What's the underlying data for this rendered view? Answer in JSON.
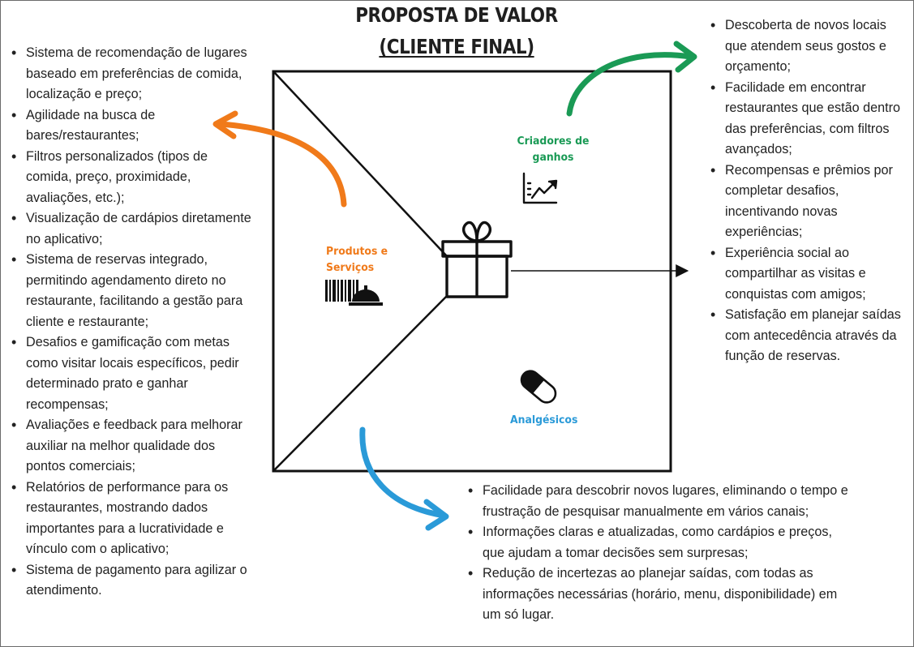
{
  "title": {
    "line1": "PROPOSTA DE VALOR",
    "line2": "(CLIENTE FINAL)"
  },
  "sections": {
    "products": {
      "label": "Produtos e Serviços",
      "color": "#f07a1a",
      "icon": "barcode-and-cloche-icon"
    },
    "gains": {
      "label": "Criadores de ganhos",
      "color": "#1a9a55",
      "icon": "rising-chart-icon"
    },
    "pains": {
      "label": "Analgésicos",
      "color": "#2a9ad8",
      "icon": "pill-icon"
    },
    "center": {
      "icon": "gift-box-icon"
    }
  },
  "left_list": [
    "Sistema de recomendação de lugares baseado em preferências de comida, localização e preço;",
    "Agilidade na busca de bares/restaurantes;",
    "Filtros personalizados (tipos de comida, preço, proximidade, avaliações, etc.);",
    "Visualização de cardápios diretamente no aplicativo;",
    " Sistema de reservas integrado, permitindo agendamento direto no restaurante, facilitando a gestão para cliente e restaurante;",
    "Desafios e gamificação com metas como visitar locais específicos, pedir determinado prato e ganhar recompensas;",
    "Avaliações e feedback para melhorar auxiliar na melhor qualidade dos pontos comerciais;",
    "Relatórios de performance para os restaurantes, mostrando dados importantes para a lucratividade e vínculo com o aplicativo;",
    "Sistema de pagamento para agilizar o atendimento."
  ],
  "right_list": [
    "Descoberta de novos locais que atendem seus gostos e orçamento;",
    "Facilidade em encontrar restaurantes que estão dentro das preferências, com filtros avançados;",
    " Recompensas e prêmios por completar desafios, incentivando novas experiências;",
    "Experiência social ao compartilhar as visitas e conquistas com amigos;",
    " Satisfação em planejar saídas com antecedência através da função de reservas."
  ],
  "bottom_list": [
    "Facilidade para descobrir novos lugares, eliminando o tempo e frustração de pesquisar manualmente em vários canais;",
    " Informações claras e atualizadas, como cardápios e preços, que ajudam a tomar decisões sem surpresas;",
    " Redução de incertezas ao planejar saídas, com todas as informações necessárias (horário, menu, disponibilidade) em um só lugar."
  ]
}
